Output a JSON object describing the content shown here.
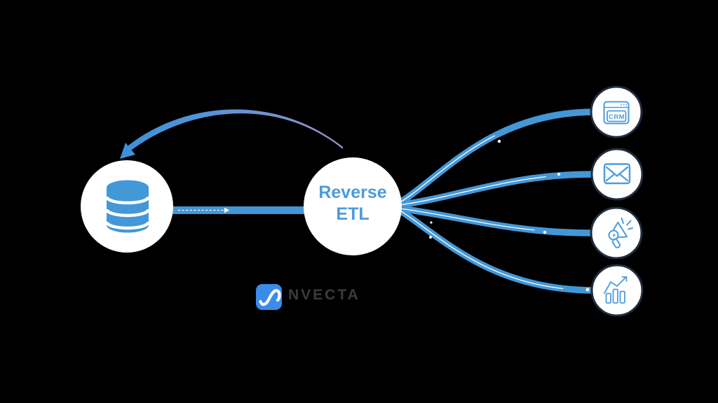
{
  "background": "#000000",
  "diagram": {
    "source_node": {
      "icon": "database-icon"
    },
    "center_node": {
      "label_line1": "Reverse",
      "label_line2": "ETL"
    },
    "sync_line": {
      "style": "thick blue bar with white dashed arrow"
    },
    "return_arrow": {
      "style": "tapered arc, purple to blue, arrowhead at database"
    },
    "destinations": [
      {
        "icon": "crm-browser-icon",
        "label": "CRM"
      },
      {
        "icon": "email-envelope-icon"
      },
      {
        "icon": "marketing-megaphone-icon"
      },
      {
        "icon": "analytics-chart-icon"
      }
    ],
    "colors": {
      "flow_blue": "#4397d7",
      "arc_purple": "#9c90cb",
      "node_fill": "#ffffff",
      "destination_ring": "#212b3d",
      "hub_label_blue": "#4d9bdc",
      "icon_blue": "#4e9cdb"
    }
  },
  "logo": {
    "text": "NVECTA",
    "icon": "nvecta-wave-icon",
    "icon_bg": "#3a8ce8",
    "text_color": "#3b3b3d"
  }
}
